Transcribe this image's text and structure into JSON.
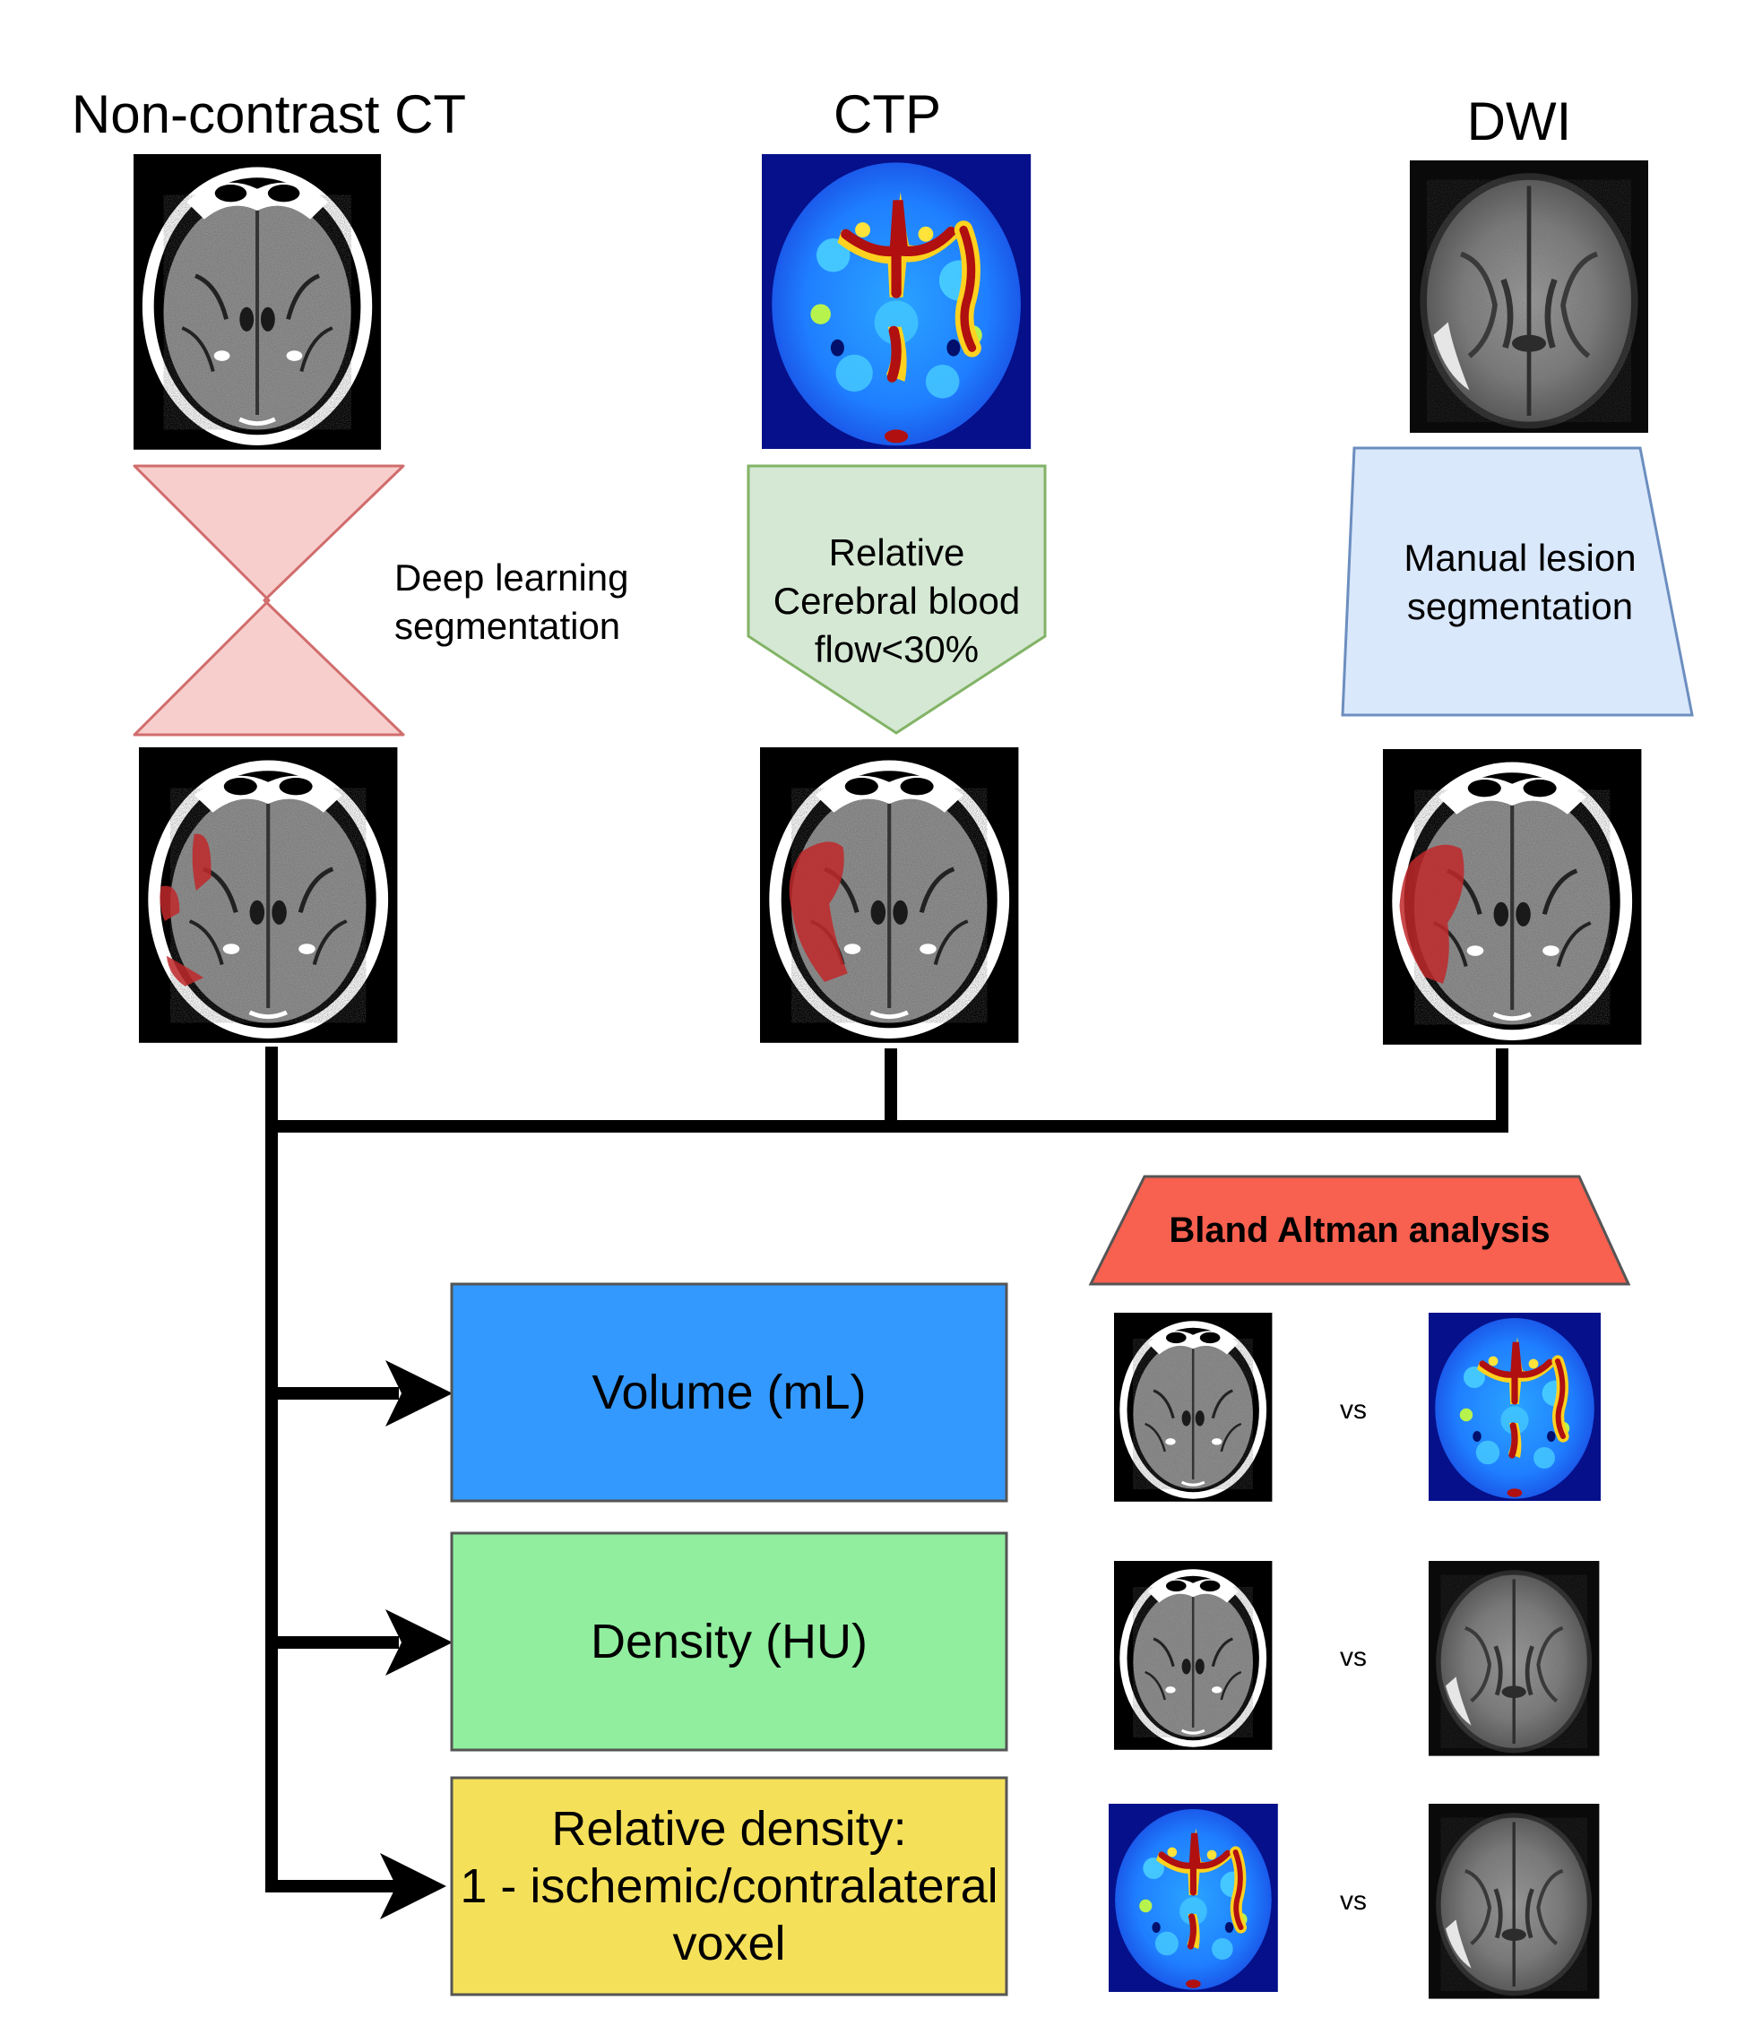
{
  "columns": [
    {
      "title": "Non-contrast CT",
      "method": "Deep learning segmentation"
    },
    {
      "title": "CTP",
      "method": "Relative Cerebral blood flow<30%"
    },
    {
      "title": "DWI",
      "method": "Manual lesion segmentation"
    }
  ],
  "methods": {
    "ncct_lines": [
      "Deep learning",
      "segmentation"
    ],
    "ctp_lines": [
      "Relative",
      "Cerebral blood",
      "flow<30%"
    ],
    "dwi_lines": [
      "Manual lesion",
      "segmentation"
    ]
  },
  "analysis": {
    "title": "Bland Altman analysis",
    "metrics": [
      {
        "lines": [
          "Volume (mL)"
        ],
        "color": "#3399FF"
      },
      {
        "lines": [
          "Density (HU)"
        ],
        "color": "#90EE9E"
      },
      {
        "lines": [
          "Relative density:",
          "1 - ischemic/contralateral",
          "voxel"
        ],
        "color": "#F5E05A"
      }
    ],
    "vs_label": "vs",
    "comparisons": [
      {
        "left": "Non-contrast CT",
        "right": "CTP"
      },
      {
        "left": "Non-contrast CT",
        "right": "DWI"
      },
      {
        "left": "CTP",
        "right": "DWI"
      }
    ]
  },
  "colors": {
    "hourglass_fill": "#F8CECC",
    "hourglass_stroke": "#D06D6D",
    "pentagon_fill": "#D5E8D4",
    "pentagon_stroke": "#82B366",
    "trapezoid_fill": "#DAE8FC",
    "trapezoid_stroke": "#6C8EBF",
    "ba_fill": "#F8604F",
    "ba_stroke": "#555555",
    "lesion": "#C0282A"
  },
  "icons": [
    "ct-brain-image",
    "ctp-perfusion-map",
    "dwi-brain-image",
    "arrow-right-icon"
  ]
}
